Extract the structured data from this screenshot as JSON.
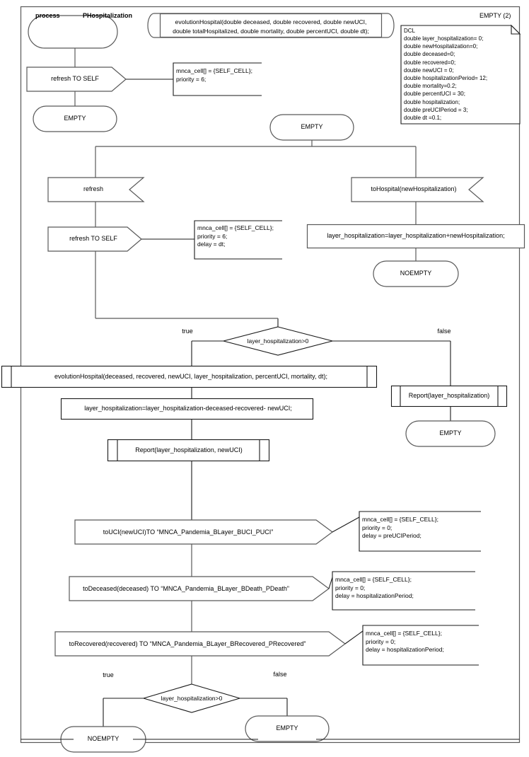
{
  "diagram": {
    "title_keyword": "process",
    "title_name": "PHospitalization",
    "corner_label": "EMPTY (2)",
    "stroke_color": "#595959",
    "stroke_color_dark": "#1a1a1a",
    "fill_color": "#ffffff"
  },
  "procedure_signature": {
    "line1": "evolutionHospital(double deceased, double recovered, double newUCI,",
    "line2": "double totalHospitalized, double mortality, double percentUCI, double dt);"
  },
  "declaration": {
    "header": "DCL",
    "lines": [
      "double layer_hospitalization= 0;",
      "double newHospitalization=0;",
      "double deceased=0;",
      "double recovered=0;",
      "double newUCI = 0;",
      "double hospitalizationPeriod= 12;",
      "double mortality=0.2;",
      "double percentUCI = 30;",
      "double hospitalization;",
      "double preUCIPeriod = 3;",
      "double dt =0.1;"
    ]
  },
  "nodes": {
    "start_state": "",
    "refresh_to_self_1": "refresh TO SELF",
    "empty_1": "EMPTY",
    "empty_2": "EMPTY",
    "refresh_input": "refresh",
    "refresh_to_self_2": "refresh TO SELF",
    "to_hospital_input": "toHospital(newHospitalization)",
    "assign_add": "layer_hospitalization=layer_hospitalization+newHospitalization;",
    "noempty_1": "NOEMPTY",
    "decision_1": "layer_hospitalization>0",
    "decision_1_true": "true",
    "decision_1_false": "false",
    "evolution_call": "evolutionHospital(deceased, recovered, newUCI, layer_hospitalization, percentUCI, mortality, dt);",
    "assign_sub": "layer_hospitalization=layer_hospitalization-deceased-recovered- newUCI;",
    "report_call_1": "Report(layer_hospitalization, newUCI)",
    "report_call_2": "Report(layer_hospitalization)",
    "empty_3": "EMPTY",
    "to_uci_output": "toUCI(newUCI)TO “MNCA_Pandemia_BLayer_BUCI_PUCI”",
    "to_deceased_output": "toDeceased(deceased) TO “MNCA_Pandemia_BLayer_BDeath_PDeath”",
    "to_recovered_output": "toRecovered(recovered) TO “MNCA_Pandemia_BLayer_BRecovered_PRecovered”",
    "decision_2": "layer_hospitalization>0",
    "decision_2_true": "true",
    "decision_2_false": "false",
    "noempty_2": "NOEMPTY",
    "empty_4": "EMPTY"
  },
  "notes": {
    "note_1": "mnca_cell[] = {SELF_CELL};\npriority = 6;",
    "note_2": "mnca_cell[] = {SELF_CELL};\npriority = 6;\ndelay = dt;",
    "note_3": "mnca_cell[] = {SELF_CELL};\npriority = 0;\ndelay = preUCIPeriod;",
    "note_4": "mnca_cell[] = {SELF_CELL};\npriority = 0;\ndelay = hospitalizationPeriod;",
    "note_5": "mnca_cell[] = {SELF_CELL};\npriority = 0;\ndelay = hospitalizationPeriod;"
  }
}
